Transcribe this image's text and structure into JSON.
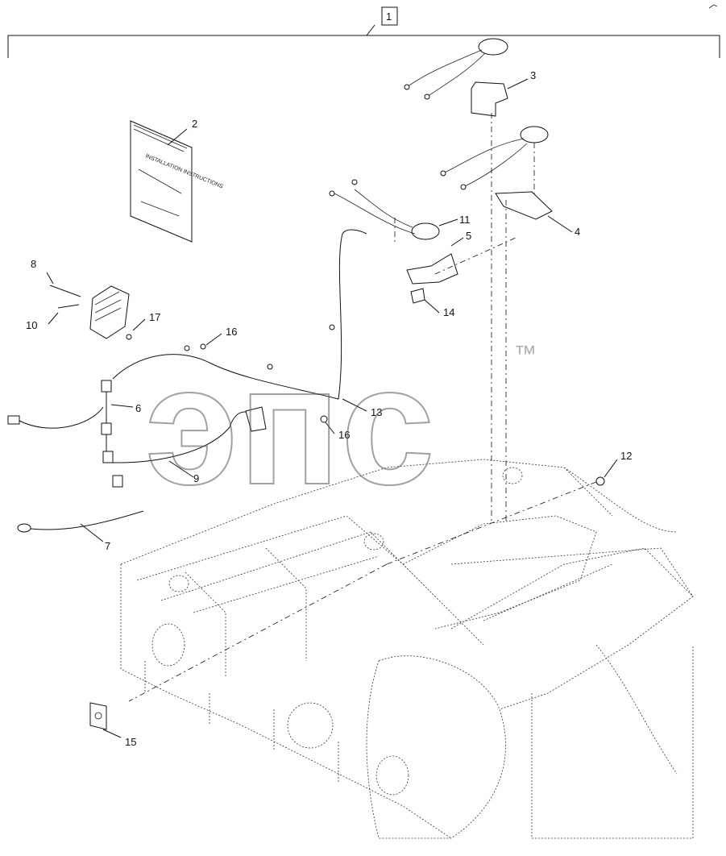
{
  "watermark": {
    "text": "эпс",
    "tm": "™"
  },
  "callouts": {
    "c1": "1",
    "c2": "2",
    "c3": "3",
    "c4": "4",
    "c5": "5",
    "c6": "6",
    "c7": "7",
    "c8": "8",
    "c9": "9",
    "c10": "10",
    "c11": "11",
    "c12": "12",
    "c13": "13",
    "c14": "14",
    "c15": "15",
    "c16a": "16",
    "c16b": "16",
    "c17": "17"
  }
}
